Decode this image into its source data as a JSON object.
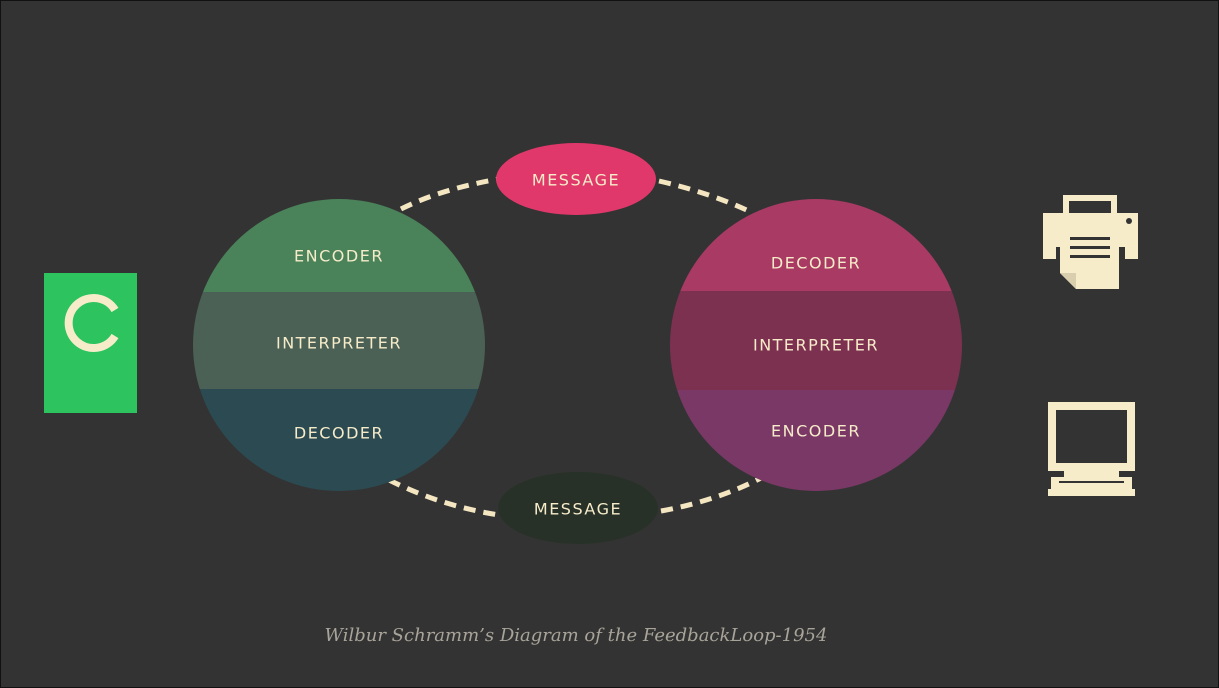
{
  "left_circle": {
    "top_label": "ENCODER",
    "middle_label": "INTERPRETER",
    "bottom_label": "DECODER"
  },
  "right_circle": {
    "top_label": "DECODER",
    "middle_label": "INTERPRETER",
    "bottom_label": "ENCODER"
  },
  "message_top": "MESSAGE",
  "message_bottom": "MESSAGE",
  "caption": "Wilbur Schramm’s Diagram of the FeedbackLoop-1954",
  "icons": {
    "logo": "letter-c-logo-icon",
    "printer": "printer-icon",
    "computer": "computer-monitor-icon"
  },
  "colors": {
    "background": "#333333",
    "left_top": "#4a825a",
    "left_middle": "#4b6155",
    "left_bottom": "#2c4a52",
    "right_top": "#a83a63",
    "right_middle": "#7d3150",
    "right_bottom": "#7a3866",
    "message_top": "#e0386a",
    "message_bottom": "#283128",
    "text": "#f6ecc9",
    "logo": "#2dc35f"
  }
}
